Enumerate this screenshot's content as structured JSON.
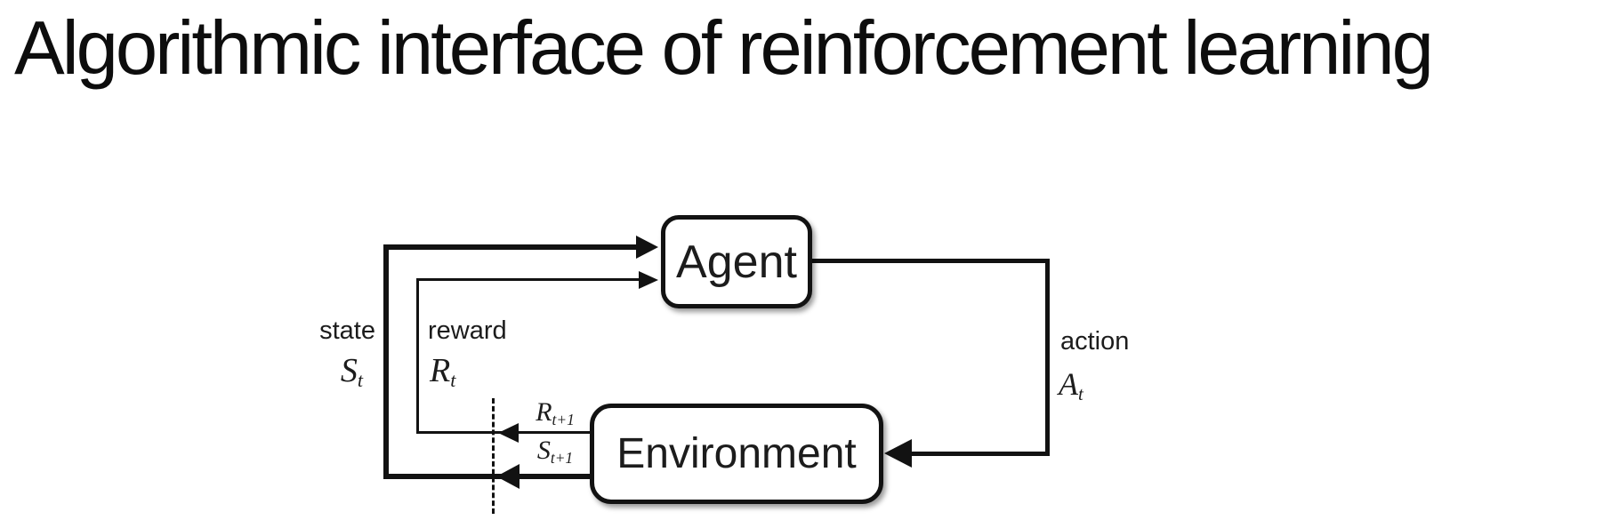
{
  "title": "Algorithmic interface of reinforcement learning",
  "diagram": {
    "nodes": {
      "agent": {
        "label": "Agent"
      },
      "environment": {
        "label": "Environment"
      }
    },
    "labels": {
      "state": {
        "word": "state",
        "symbol": "S",
        "subscript": "t"
      },
      "reward": {
        "word": "reward",
        "symbol": "R",
        "subscript": "t"
      },
      "action": {
        "word": "action",
        "symbol": "A",
        "subscript": "t"
      },
      "next_reward": {
        "symbol": "R",
        "subscript": "t+1"
      },
      "next_state": {
        "symbol": "S",
        "subscript": "t+1"
      }
    },
    "colors": {
      "ink": "#121212",
      "background": "#ffffff"
    }
  }
}
